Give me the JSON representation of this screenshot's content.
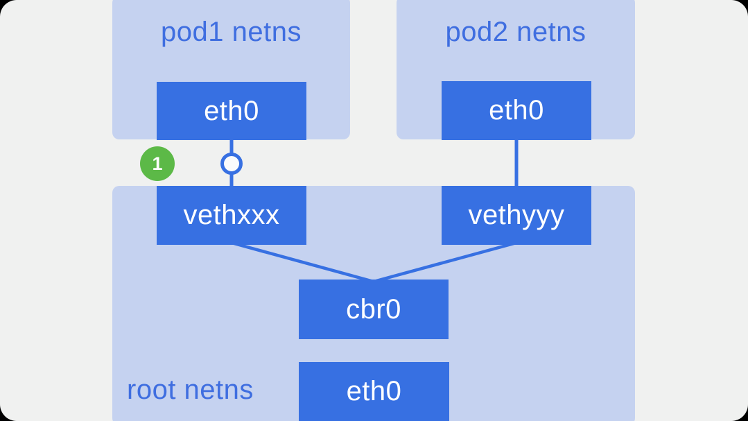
{
  "diagram": {
    "title_implicit": "pod network namespaces connected to root namespace via veth pairs and bridge",
    "containers": [
      {
        "id": "pod1",
        "label": "pod1 netns"
      },
      {
        "id": "pod2",
        "label": "pod2 netns"
      },
      {
        "id": "root",
        "label": "root netns"
      }
    ],
    "nodes": [
      {
        "id": "pod1-eth0",
        "container": "pod1",
        "label": "eth0"
      },
      {
        "id": "pod2-eth0",
        "container": "pod2",
        "label": "eth0"
      },
      {
        "id": "vethxxx",
        "container": "root",
        "label": "vethxxx"
      },
      {
        "id": "vethyyy",
        "container": "root",
        "label": "vethyyy"
      },
      {
        "id": "cbr0",
        "container": "root",
        "label": "cbr0"
      },
      {
        "id": "root-eth0",
        "container": "root",
        "label": "eth0"
      }
    ],
    "edges": [
      {
        "from": "pod1-eth0",
        "to": "vethxxx",
        "circle_marker": true
      },
      {
        "from": "pod2-eth0",
        "to": "vethyyy",
        "circle_marker": false
      },
      {
        "from": "vethxxx",
        "to": "cbr0",
        "circle_marker": false
      },
      {
        "from": "vethyyy",
        "to": "cbr0",
        "circle_marker": false
      }
    ],
    "badge": {
      "label": "1"
    },
    "colors": {
      "outer_background": "#000000",
      "canvas_background": "#f0f1f0",
      "namespace_fill": "#c5d2f0",
      "node_fill": "#3770e2",
      "node_text": "#ffffff",
      "label_text": "#3f6ee0",
      "wire": "#3770e2",
      "wire_marker_fill": "#fafbfc",
      "badge_fill": "#5cb947",
      "badge_text": "#ffffff"
    }
  }
}
